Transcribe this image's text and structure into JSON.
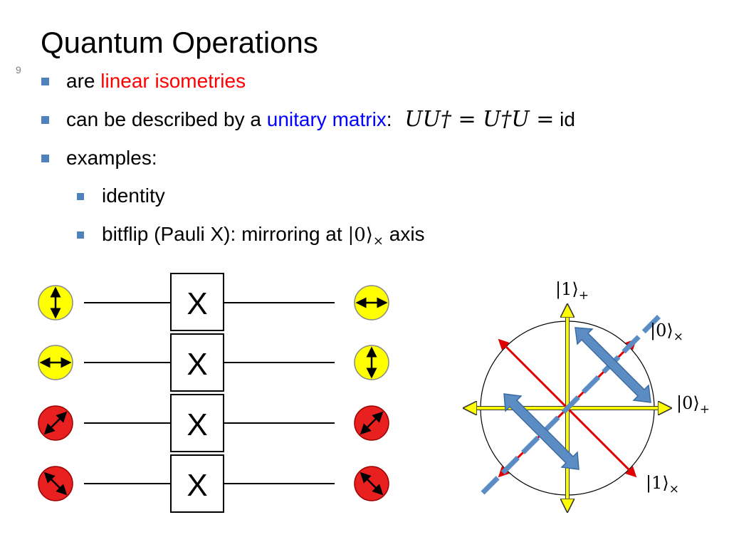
{
  "slide": {
    "title": "Quantum Operations",
    "number": "9"
  },
  "bullets": {
    "b1_prefix": "are ",
    "b1_highlight": "linear isometries",
    "b2_prefix": "can be described by a ",
    "b2_highlight": "unitary matrix",
    "b2_colon": ":",
    "b2_formula": "UU† = U†U =",
    "b2_formula_end": " id",
    "b3": "examples:",
    "sub1": "identity",
    "sub2_prefix": "bitflip (Pauli X): mirroring at ",
    "sub2_ket": "|0⟩",
    "sub2_ket_sub": "×",
    "sub2_suffix": " axis"
  },
  "circuit": {
    "gate_label": "X",
    "rows": [
      {
        "input": "vertical-arrow",
        "input_color": "yellow",
        "output": "horizontal-arrow",
        "output_color": "yellow"
      },
      {
        "input": "horizontal-arrow",
        "input_color": "yellow",
        "output": "vertical-arrow",
        "output_color": "yellow"
      },
      {
        "input": "diagonal-arrow",
        "input_color": "red",
        "output": "diagonal-arrow",
        "output_color": "red"
      },
      {
        "input": "antidiagonal-arrow",
        "input_color": "red",
        "output": "antidiagonal-arrow",
        "output_color": "red"
      }
    ]
  },
  "diagram": {
    "label_1_plus": "|1⟩",
    "label_1_plus_sub": "+",
    "label_0_times": "|0⟩",
    "label_0_times_sub": "×",
    "label_0_plus": "|0⟩",
    "label_0_plus_sub": "+",
    "label_1_times": "|1⟩",
    "label_1_times_sub": "×"
  },
  "colors": {
    "bullet": "#4f81bd",
    "highlight_red": "#ff0000",
    "highlight_blue": "#0000ff",
    "yellow": "#ffff00",
    "red": "#e00000",
    "arrow_blue": "#5b8cc4"
  }
}
